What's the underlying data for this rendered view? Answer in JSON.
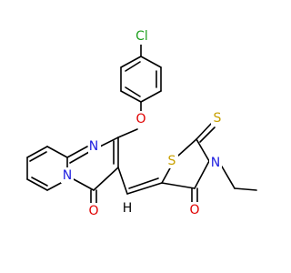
{
  "molecule": {
    "atoms": {
      "cl": {
        "label": "Cl",
        "color": "#1fa01f"
      },
      "o_ether": {
        "label": "O",
        "color": "#e00000"
      },
      "n_ring_top": {
        "label": "N",
        "color": "#2020e0"
      },
      "n_ring_bridge": {
        "label": "N",
        "color": "#2020e0"
      },
      "o_carbonyl_left": {
        "label": "O",
        "color": "#e00000"
      },
      "s_ring": {
        "label": "S",
        "color": "#c8a000"
      },
      "s_thione": {
        "label": "S",
        "color": "#c8a000"
      },
      "n_thiazolidine": {
        "label": "N",
        "color": "#2020e0"
      },
      "o_carbonyl_right": {
        "label": "O",
        "color": "#e00000"
      },
      "h_vinyl": {
        "label": "H",
        "color": "#000000"
      }
    }
  }
}
